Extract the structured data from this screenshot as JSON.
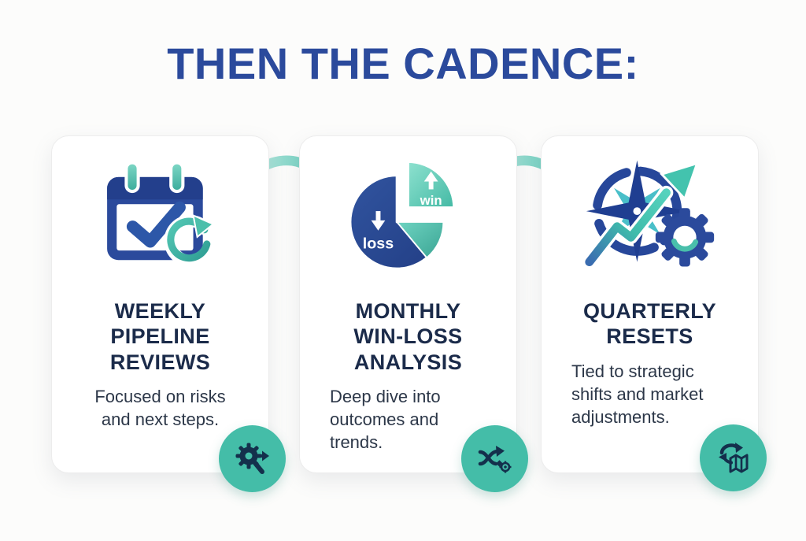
{
  "title": "THEN THE CADENCE:",
  "colors": {
    "page_bg": "#fcfcfb",
    "card_bg": "#ffffff",
    "card_border": "#ececec",
    "title_blue": "#2b4a9c",
    "heading_navy": "#1b2b4a",
    "body_text": "#2c3748",
    "teal": "#4cc0ac",
    "teal_light": "#a9e2d6",
    "badge_teal": "#44bda8",
    "icon_blue": "#2b4a9c",
    "icon_blue_dark": "#233f8c",
    "icon_navy": "#14304c"
  },
  "cards": [
    {
      "heading": "WEEKLY\nPIPELINE\nREVIEWS",
      "body": "Focused on risks\nand next steps.",
      "main_icon": "calendar-check-refresh",
      "badge_icon": "gear-search-arrow"
    },
    {
      "heading": "MONTHLY\nWIN-LOSS\nANALYSIS",
      "body": "Deep dive into\noutcomes and\ntrends.",
      "main_icon": "win-loss-pie",
      "pie": {
        "win_label": "win",
        "loss_label": "loss"
      },
      "badge_icon": "shuffle-target"
    },
    {
      "heading": "QUARTERLY\nRESETS",
      "body": "Tied to strategic\nshifts and market\nadjustments.",
      "main_icon": "compass-gear-growth",
      "badge_icon": "refresh-map"
    }
  ],
  "arrows": [
    {
      "name": "arrow-card1-to-card2"
    },
    {
      "name": "arrow-card2-to-card3"
    }
  ]
}
